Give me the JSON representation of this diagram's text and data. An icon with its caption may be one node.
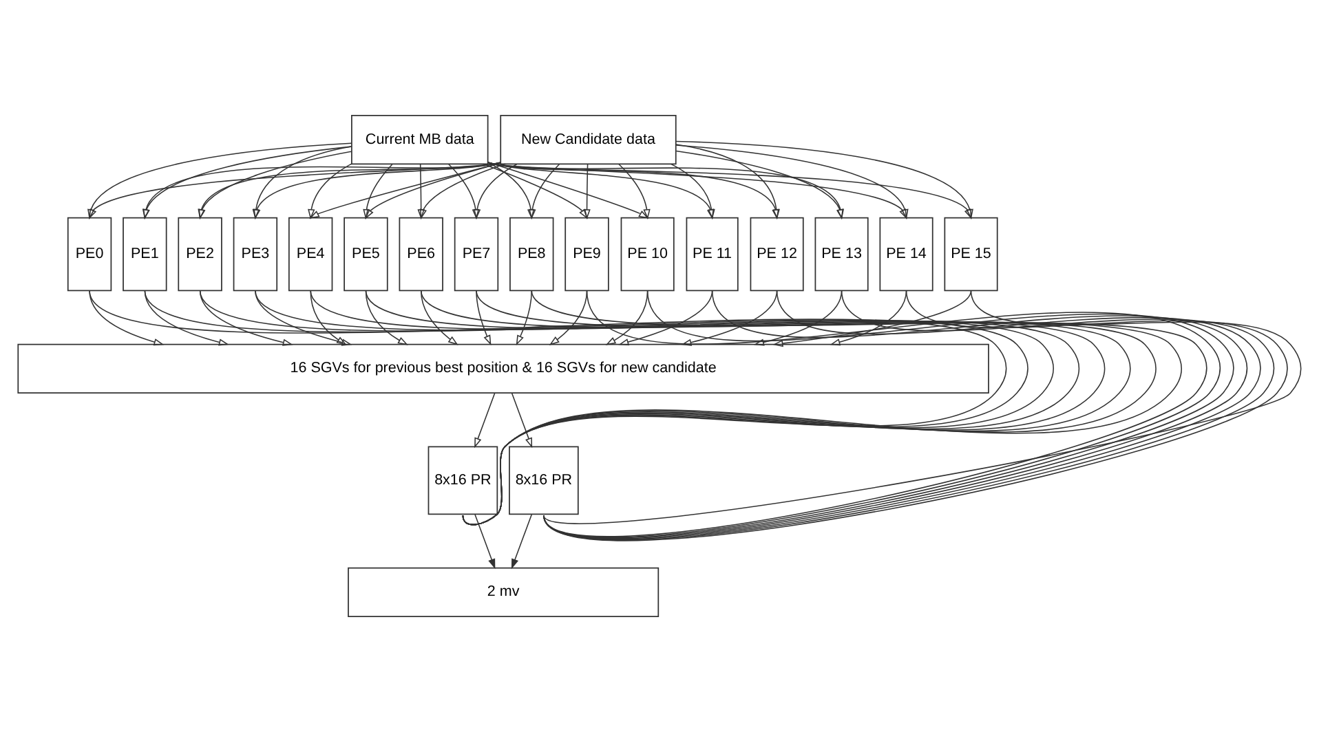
{
  "diagram": {
    "nodes": [
      {
        "text": [
          "Current MB data"
        ]
      },
      {
        "text": [
          "New Candidate data"
        ]
      },
      {
        "text": [
          "PE0"
        ]
      },
      {
        "text": [
          "PE1"
        ]
      },
      {
        "text": [
          "PE2"
        ]
      },
      {
        "text": [
          "PE3"
        ]
      },
      {
        "text": [
          "PE4"
        ]
      },
      {
        "text": [
          "PE5"
        ]
      },
      {
        "text": [
          "PE6"
        ]
      },
      {
        "text": [
          "PE7"
        ]
      },
      {
        "text": [
          "PE8"
        ]
      },
      {
        "text": [
          "PE9"
        ]
      },
      {
        "text": [
          "PE 10"
        ]
      },
      {
        "text": [
          "PE 11"
        ]
      },
      {
        "text": [
          "PE 12"
        ]
      },
      {
        "text": [
          "PE 13"
        ]
      },
      {
        "text": [
          "PE 14"
        ]
      },
      {
        "text": [
          "PE 15"
        ]
      },
      {
        "text": [
          "16 SGVs for previous best position & 16 SGVs for new candidate"
        ]
      },
      {
        "text": [
          "8x16 PR"
        ]
      },
      {
        "text": [
          "8x16 PR"
        ]
      },
      {
        "text": [
          "2 mv"
        ]
      }
    ],
    "edges": [
      {
        "from": 0,
        "to": 2,
        "arrow": "to"
      },
      {
        "from": 0,
        "to": 3,
        "arrow": "to"
      },
      {
        "from": 0,
        "to": 4,
        "arrow": "to"
      },
      {
        "from": 0,
        "to": 5,
        "arrow": "to"
      },
      {
        "from": 0,
        "to": 6,
        "arrow": "to"
      },
      {
        "from": 0,
        "to": 7,
        "arrow": "to"
      },
      {
        "from": 0,
        "to": 8,
        "arrow": "to"
      },
      {
        "from": 0,
        "to": 9,
        "arrow": "to"
      },
      {
        "from": 0,
        "to": 10,
        "arrow": "to"
      },
      {
        "from": 0,
        "to": 11,
        "arrow": "to"
      },
      {
        "from": 0,
        "to": 12,
        "arrow": "to"
      },
      {
        "from": 0,
        "to": 13,
        "arrow": "to"
      },
      {
        "from": 0,
        "to": 14,
        "arrow": "to"
      },
      {
        "from": 0,
        "to": 15,
        "arrow": "to"
      },
      {
        "from": 0,
        "to": 16,
        "arrow": "to"
      },
      {
        "from": 0,
        "to": 17,
        "arrow": "to"
      },
      {
        "from": 1,
        "to": 2,
        "arrow": "to"
      },
      {
        "from": 1,
        "to": 3,
        "arrow": "to"
      },
      {
        "from": 1,
        "to": 4,
        "arrow": "to"
      },
      {
        "from": 1,
        "to": 5,
        "arrow": "to"
      },
      {
        "from": 1,
        "to": 6,
        "arrow": "to"
      },
      {
        "from": 1,
        "to": 7,
        "arrow": "to"
      },
      {
        "from": 1,
        "to": 8,
        "arrow": "to"
      },
      {
        "from": 1,
        "to": 9,
        "arrow": "to"
      },
      {
        "from": 1,
        "to": 10,
        "arrow": "to"
      },
      {
        "from": 1,
        "to": 11,
        "arrow": "to"
      },
      {
        "from": 1,
        "to": 12,
        "arrow": "to"
      },
      {
        "from": 1,
        "to": 13,
        "arrow": "to"
      },
      {
        "from": 1,
        "to": 14,
        "arrow": "to"
      },
      {
        "from": 1,
        "to": 15,
        "arrow": "to"
      },
      {
        "from": 1,
        "to": 16,
        "arrow": "to"
      },
      {
        "from": 1,
        "to": 17,
        "arrow": "to"
      },
      {
        "from": 19,
        "to": 2,
        "arrow": "none"
      },
      {
        "from": 19,
        "to": 3,
        "arrow": "none"
      },
      {
        "from": 19,
        "to": 4,
        "arrow": "none"
      },
      {
        "from": 19,
        "to": 5,
        "arrow": "none"
      },
      {
        "from": 19,
        "to": 6,
        "arrow": "none"
      },
      {
        "from": 19,
        "to": 7,
        "arrow": "none"
      },
      {
        "from": 19,
        "to": 8,
        "arrow": "none"
      },
      {
        "from": 19,
        "to": 9,
        "arrow": "none"
      },
      {
        "from": 20,
        "to": 10,
        "arrow": "none"
      },
      {
        "from": 20,
        "to": 11,
        "arrow": "none"
      },
      {
        "from": 20,
        "to": 12,
        "arrow": "none"
      },
      {
        "from": 20,
        "to": 13,
        "arrow": "none"
      },
      {
        "from": 20,
        "to": 14,
        "arrow": "none"
      },
      {
        "from": 20,
        "to": 15,
        "arrow": "none"
      },
      {
        "from": 20,
        "to": 16,
        "arrow": "none"
      },
      {
        "from": 20,
        "to": 17,
        "arrow": "none"
      },
      {
        "from": 2,
        "to": 18,
        "arrow": "to"
      },
      {
        "from": 3,
        "to": 18,
        "arrow": "to"
      },
      {
        "from": 4,
        "to": 18,
        "arrow": "to"
      },
      {
        "from": 5,
        "to": 18,
        "arrow": "to"
      },
      {
        "from": 6,
        "to": 18,
        "arrow": "to"
      },
      {
        "from": 7,
        "to": 18,
        "arrow": "to"
      },
      {
        "from": 8,
        "to": 18,
        "arrow": "to"
      },
      {
        "from": 9,
        "to": 18,
        "arrow": "to"
      },
      {
        "from": 10,
        "to": 18,
        "arrow": "to"
      },
      {
        "from": 11,
        "to": 18,
        "arrow": "to"
      },
      {
        "from": 12,
        "to": 18,
        "arrow": "to"
      },
      {
        "from": 13,
        "to": 18,
        "arrow": "to"
      },
      {
        "from": 14,
        "to": 18,
        "arrow": "to"
      },
      {
        "from": 15,
        "to": 18,
        "arrow": "to"
      },
      {
        "from": 16,
        "to": 18,
        "arrow": "to"
      },
      {
        "from": 17,
        "to": 18,
        "arrow": "to"
      },
      {
        "from": 18,
        "to": 19,
        "arrow": "to"
      },
      {
        "from": 18,
        "to": 20,
        "arrow": "to"
      },
      {
        "from": 19,
        "to": 21,
        "arrow": "to"
      },
      {
        "from": 20,
        "to": 21,
        "arrow": "to"
      }
    ]
  }
}
